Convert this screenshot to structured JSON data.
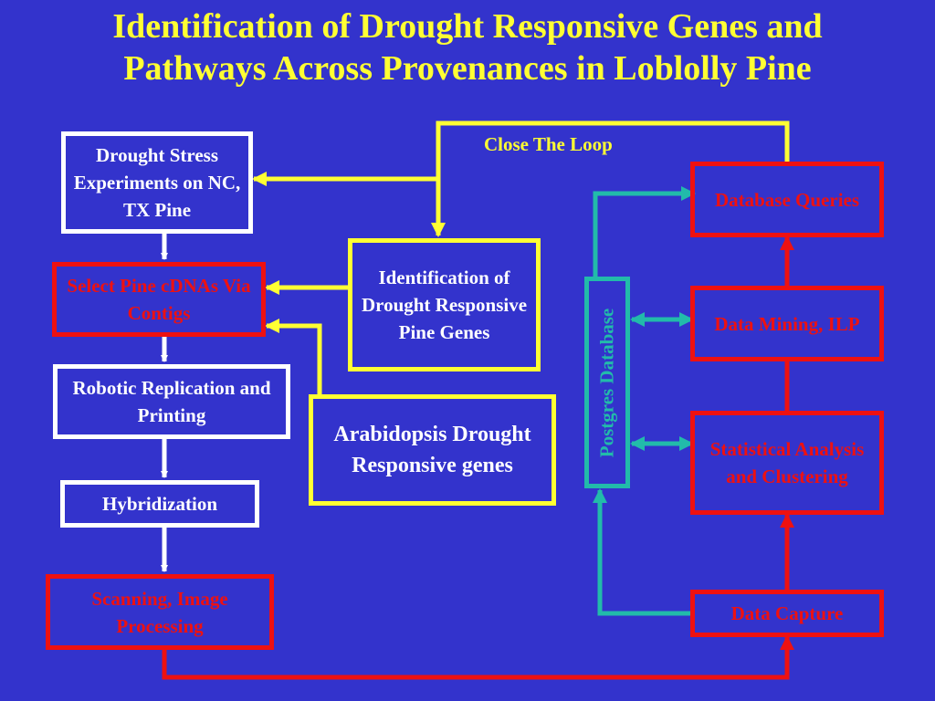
{
  "title_line1": "Identification of Drought Responsive Genes and",
  "title_line2": "Pathways Across Provenances in Loblolly Pine",
  "boxes": {
    "drought_stress": "Drought Stress Experiments on NC, TX Pine",
    "select_cdnas": "Select Pine cDNAs Via Contigs",
    "robotic": "Robotic Replication and Printing",
    "hybridization": "Hybridization",
    "scanning": "Scanning, Image Processing",
    "identification": "Identification of Drought Responsive Pine Genes",
    "arabidopsis": "Arabidopsis Drought Responsive genes",
    "database_queries": "Database Queries",
    "data_mining": "Data Mining, ILP",
    "statistical": "Statistical Analysis and Clustering",
    "data_capture": "Data Capture"
  },
  "postgres_label": "Postgres Database",
  "close_loop_label": "Close The Loop",
  "colors": {
    "background": "#3333cc",
    "title": "#ffff33",
    "white_border": "#ffffff",
    "red_border": "#ee1111",
    "yellow_border": "#ffff33",
    "database": "#22bbaa"
  }
}
